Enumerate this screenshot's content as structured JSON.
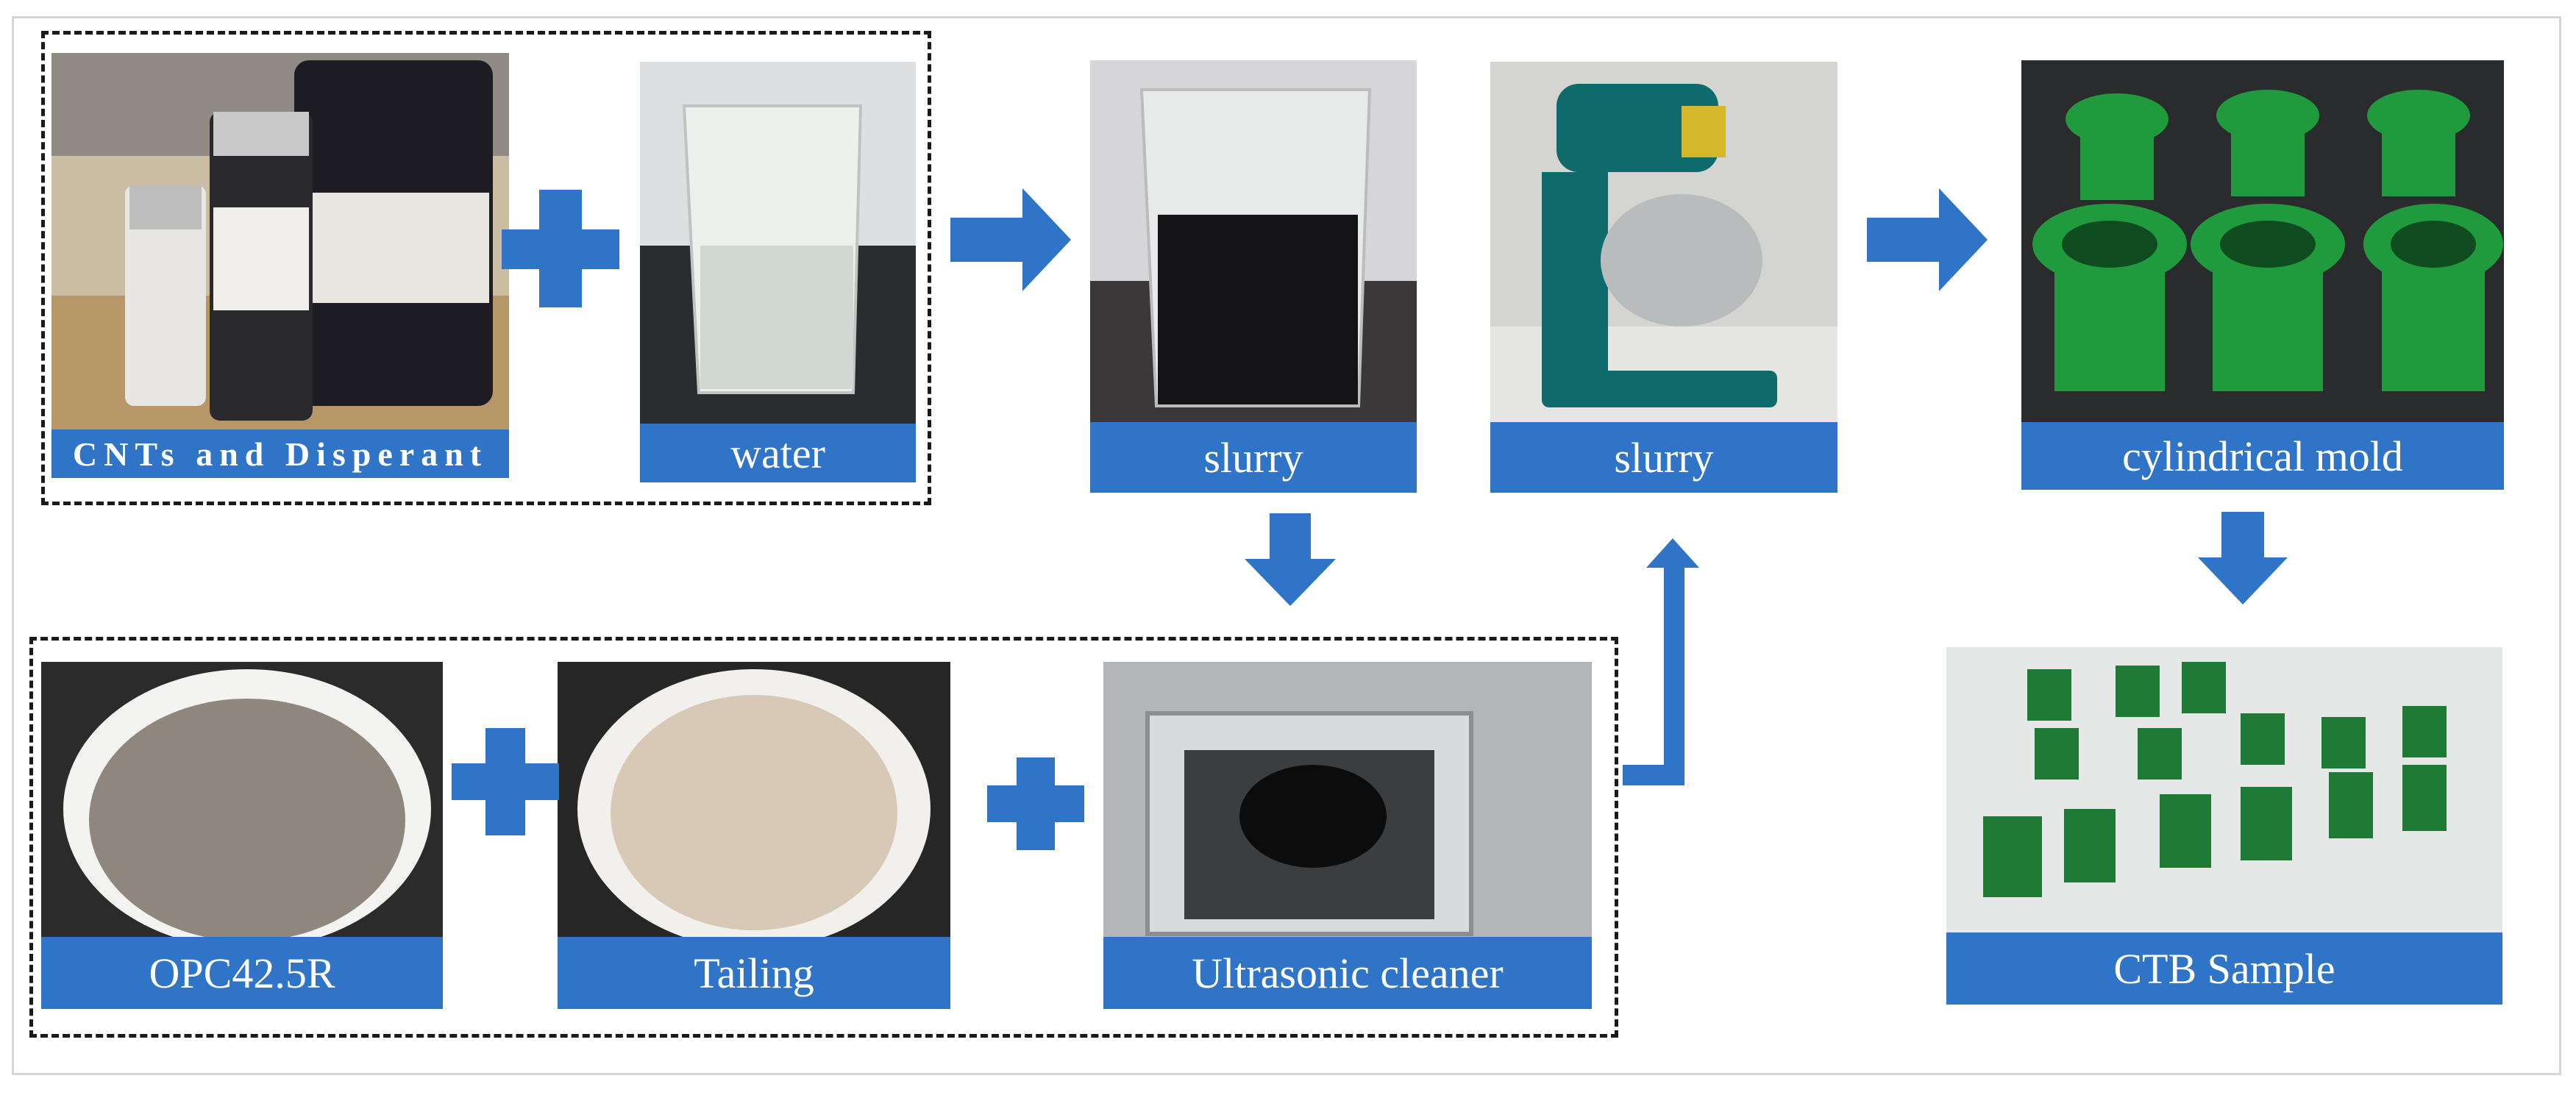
{
  "labels": {
    "cnts": "CNTs and Disperant",
    "water": "water",
    "slurry1": "slurry",
    "slurry2": "slurry",
    "mold": "cylindrical mold",
    "sample": "CTB Sample",
    "opc": "OPC42.5R",
    "tailing": "Tailing",
    "ultrasonic": "Ultrasonic cleaner"
  },
  "colors": {
    "label_bg": "#2f74c7",
    "arrow": "#2f74c7",
    "mold_green": "#1f9a3c",
    "dashed_border": "#1a1a1a"
  },
  "icons": {
    "plus": "plus-icon",
    "arrow": "arrow-icon"
  }
}
